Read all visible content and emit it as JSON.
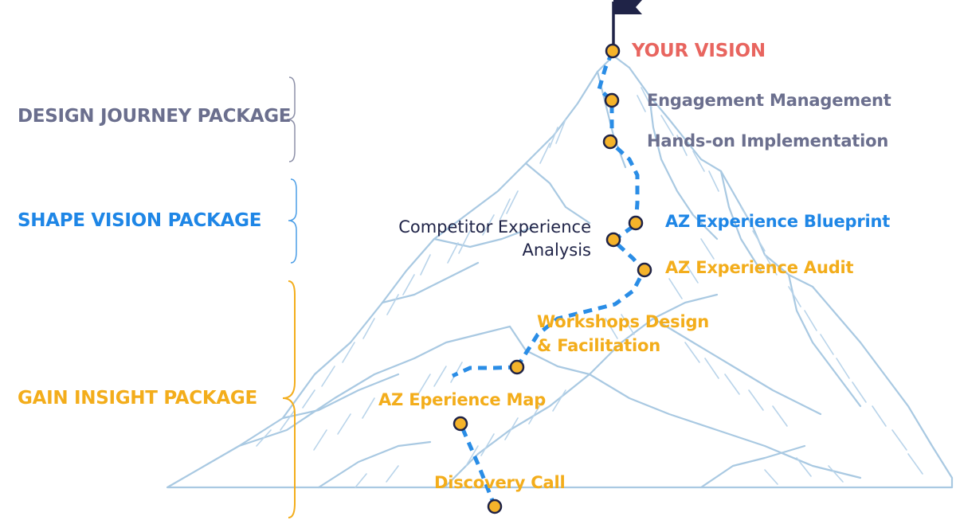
{
  "colors": {
    "mountain_line": "#a9c9e2",
    "path": "#2a8de6",
    "node_fill": "#f5b32a",
    "node_stroke": "#1f2347",
    "flag": "#1f2347",
    "design": "#6b6f8e",
    "shape": "#1e86e6",
    "gain": "#f3ad1b",
    "vision": "#e8655f"
  },
  "packages": {
    "design": "DESIGN JOURNEY PACKAGE",
    "shape": "SHAPE VISION PACKAGE",
    "gain": "GAIN INSIGHT PACKAGE"
  },
  "steps": {
    "vision": "YOUR VISION",
    "engagement": "Engagement Management",
    "hands_on": "Hands-on Implementation",
    "blueprint": "AZ Experience Blueprint",
    "competitor_line1": "Competitor Experience",
    "competitor_line2": "Analysis",
    "audit": "AZ Experience Audit",
    "workshops_line1": "Workshops Design",
    "workshops_line2": "& Facilitation",
    "map": "AZ Eperience Map",
    "discovery": "Discovery Call"
  },
  "icons": {
    "flag": "flag-icon",
    "brace": "curly-brace-icon",
    "node": "milestone-dot-icon"
  }
}
